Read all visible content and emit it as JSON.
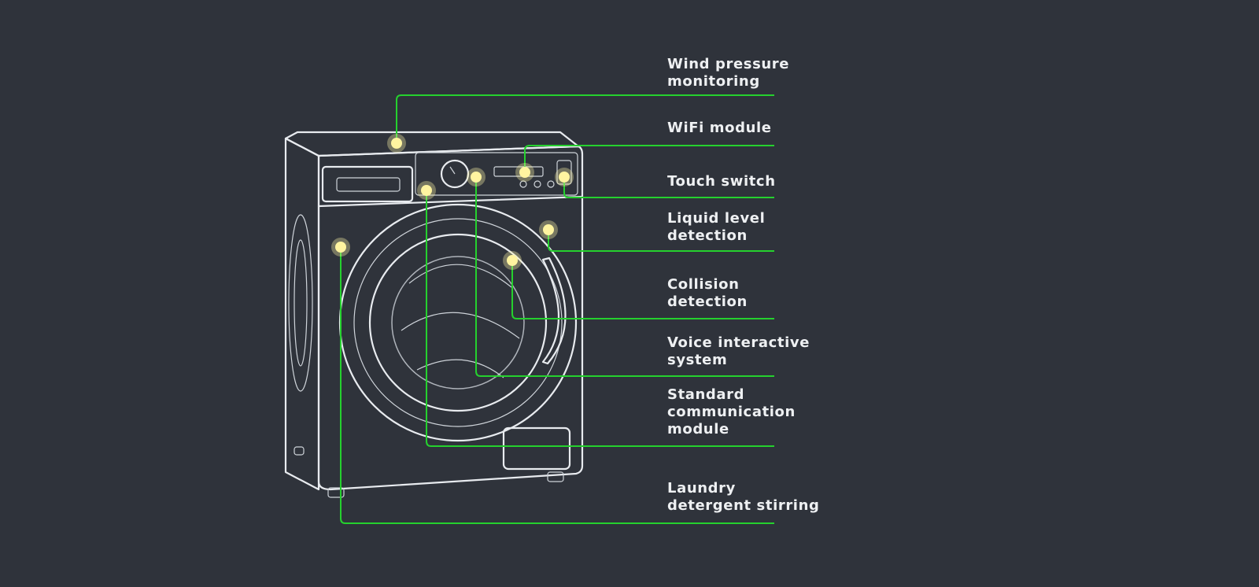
{
  "colors": {
    "background": "#2f333b",
    "leader_line": "#25d12e",
    "hotspot": "#fff4a0",
    "label_text": "#eef0f2"
  },
  "subject": {
    "icon": "washing-machine-icon"
  },
  "callouts": [
    {
      "id": "wind-pressure-monitoring",
      "lines": [
        "Wind pressure",
        "monitoring"
      ]
    },
    {
      "id": "wifi-module",
      "lines": [
        "WiFi module"
      ]
    },
    {
      "id": "touch-switch",
      "lines": [
        "Touch switch"
      ]
    },
    {
      "id": "liquid-level-detection",
      "lines": [
        "Liquid level",
        "detection"
      ]
    },
    {
      "id": "collision-detection",
      "lines": [
        "Collision",
        "detection"
      ]
    },
    {
      "id": "voice-interactive-system",
      "lines": [
        "Voice interactive",
        "system"
      ]
    },
    {
      "id": "standard-communication-module",
      "lines": [
        "Standard",
        "communication",
        "module"
      ]
    },
    {
      "id": "laundry-detergent-stirring",
      "lines": [
        "Laundry",
        "detergent stirring"
      ]
    }
  ]
}
